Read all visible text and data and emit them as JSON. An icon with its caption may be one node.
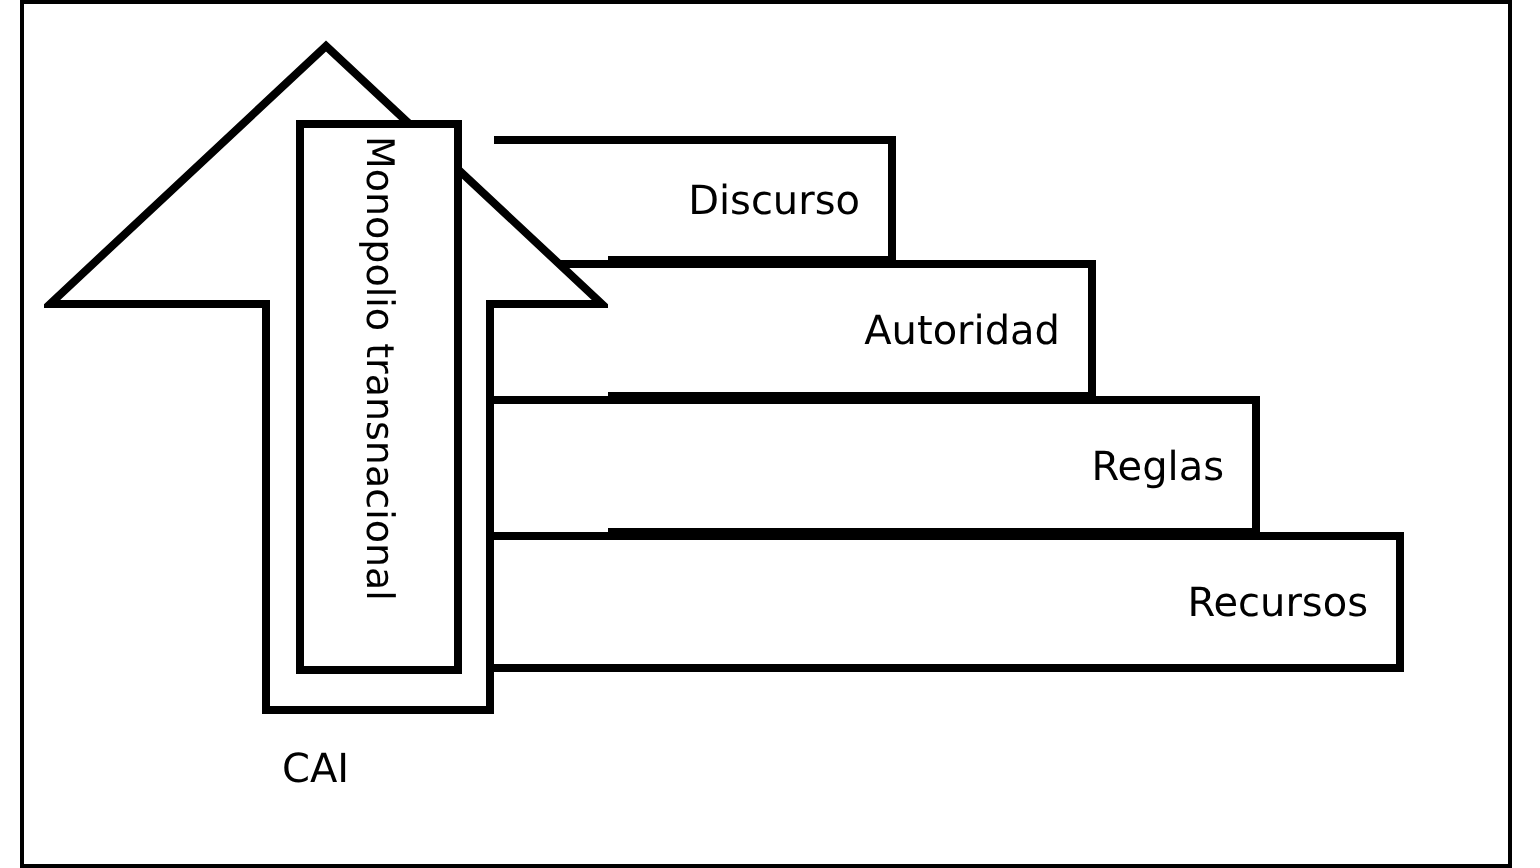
{
  "diagram": {
    "nodes": [
      {
        "text": [],
        "shape": "arrow",
        "beside": [
          "CAI"
        ]
      },
      {
        "text": [
          "Monopolio transnacional"
        ],
        "in": 0
      },
      {
        "text": [
          "Discurso"
        ]
      },
      {
        "text": [
          "Autoridad"
        ]
      },
      {
        "text": [
          "Reglas"
        ]
      },
      {
        "text": [
          "Recursos"
        ]
      }
    ]
  }
}
